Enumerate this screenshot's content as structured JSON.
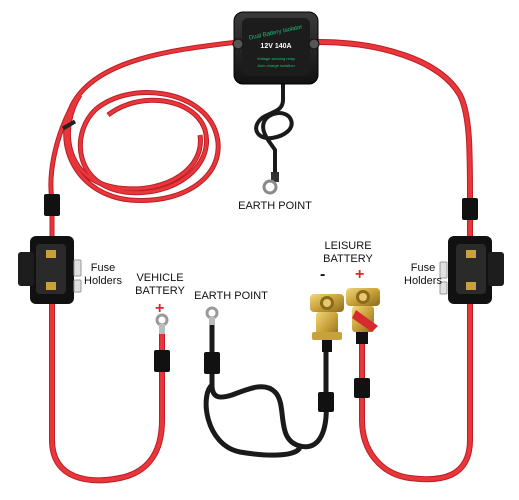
{
  "relay": {
    "title": "Dual Battery Isolator",
    "rating": "12V 140A",
    "notes": [
      "Voltage sensing relay",
      "Auto charge isolation"
    ]
  },
  "labels": {
    "earth_point_top": "EARTH POINT",
    "fuse_holders_left": "Fuse\nHolders",
    "fuse_holders_right": "Fuse\nHolders",
    "vehicle_battery": "VEHICLE\nBATTERY",
    "earth_point_bottom": "EARTH POINT",
    "leisure_battery": "LEISURE\nBATTERY"
  },
  "signs": {
    "vehicle_plus": "+",
    "leisure_minus": "-",
    "leisure_plus": "+"
  },
  "colors": {
    "red_cable": "#e8363b",
    "red_cable_shade": "#b91f25",
    "black_cable": "#1a1a1a",
    "brass": "#c9a13a",
    "relay_body": "#222222",
    "relay_text": "#1fbf7a",
    "plus_sign": "#e0242b"
  }
}
